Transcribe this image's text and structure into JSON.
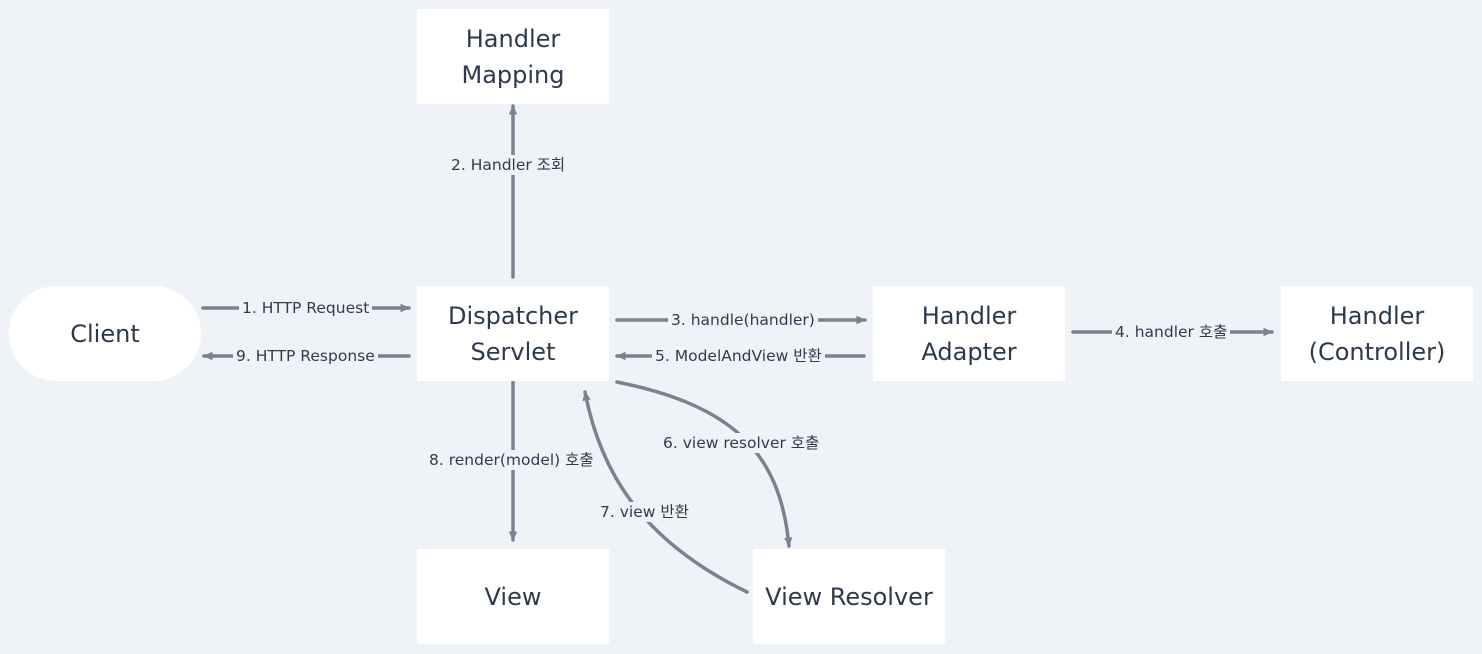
{
  "nodes": {
    "client": "Client",
    "handler_mapping": "Handler\nMapping",
    "dispatcher_servlet": "Dispatcher\nServlet",
    "handler_adapter": "Handler\nAdapter",
    "handler_controller": "Handler\n(Controller)",
    "view": "View",
    "view_resolver": "View Resolver"
  },
  "edges": {
    "step1": "1. HTTP Request",
    "step2": "2. Handler 조회",
    "step3": "3. handle(handler)",
    "step4": "4. handler 호출",
    "step5": "5. ModelAndView 반환",
    "step6": "6. view resolver 호출",
    "step7": "7. view 반환",
    "step8": "8. render(model) 호출",
    "step9": "9. HTTP Response"
  },
  "colors": {
    "background": "#eff3f7",
    "node_fill": "#ffffff",
    "arrow": "#78838f",
    "text": "#2c3a4b"
  }
}
